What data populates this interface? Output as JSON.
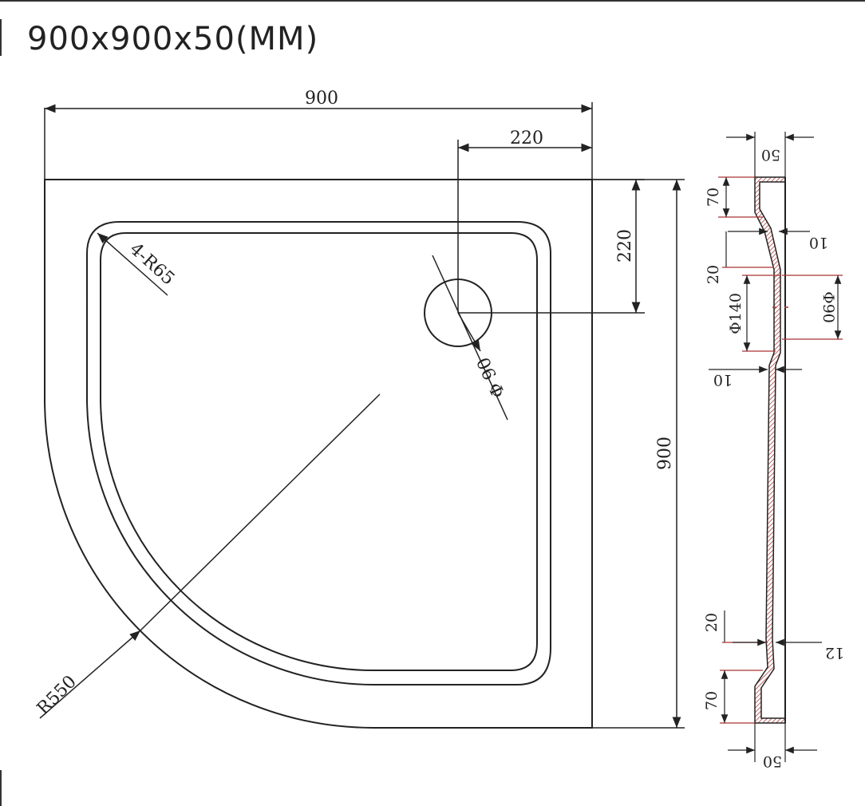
{
  "title": "900x900x50(MM)",
  "plan": {
    "width_label": "900",
    "height_label": "900",
    "drain_offset_x_label": "220",
    "drain_offset_y_label": "220",
    "corner_radius_label": "4-R65",
    "drain_diameter_label": "Φ 90",
    "arc_radius_label": "R550"
  },
  "section": {
    "top_width_label": "50",
    "bottom_width_label": "50",
    "upper_step_label": "70",
    "upper_wall_label": "10",
    "upper_gap_label": "20",
    "drain_outer_label": "Φ140",
    "drain_inner_label": "Φ90",
    "mid_wall_label": "10",
    "lower_gap_label": "20",
    "lower_wall_label": "12",
    "lower_step_label": "70"
  },
  "colors": {
    "line": "#222222",
    "accent": "#c0392b"
  }
}
